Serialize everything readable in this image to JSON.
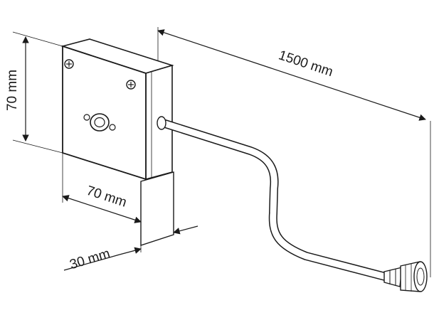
{
  "dimensions": {
    "height_label": "70 mm",
    "width_label": "70 mm",
    "depth_label": "30 mm",
    "cable_length_label": "1500 mm"
  },
  "icons": {
    "screw": "phillips-screw-icon",
    "connector": "round-connector-icon"
  },
  "colors": {
    "line": "#1a1a1a",
    "background": "#ffffff",
    "face_fill": "#ffffff"
  }
}
